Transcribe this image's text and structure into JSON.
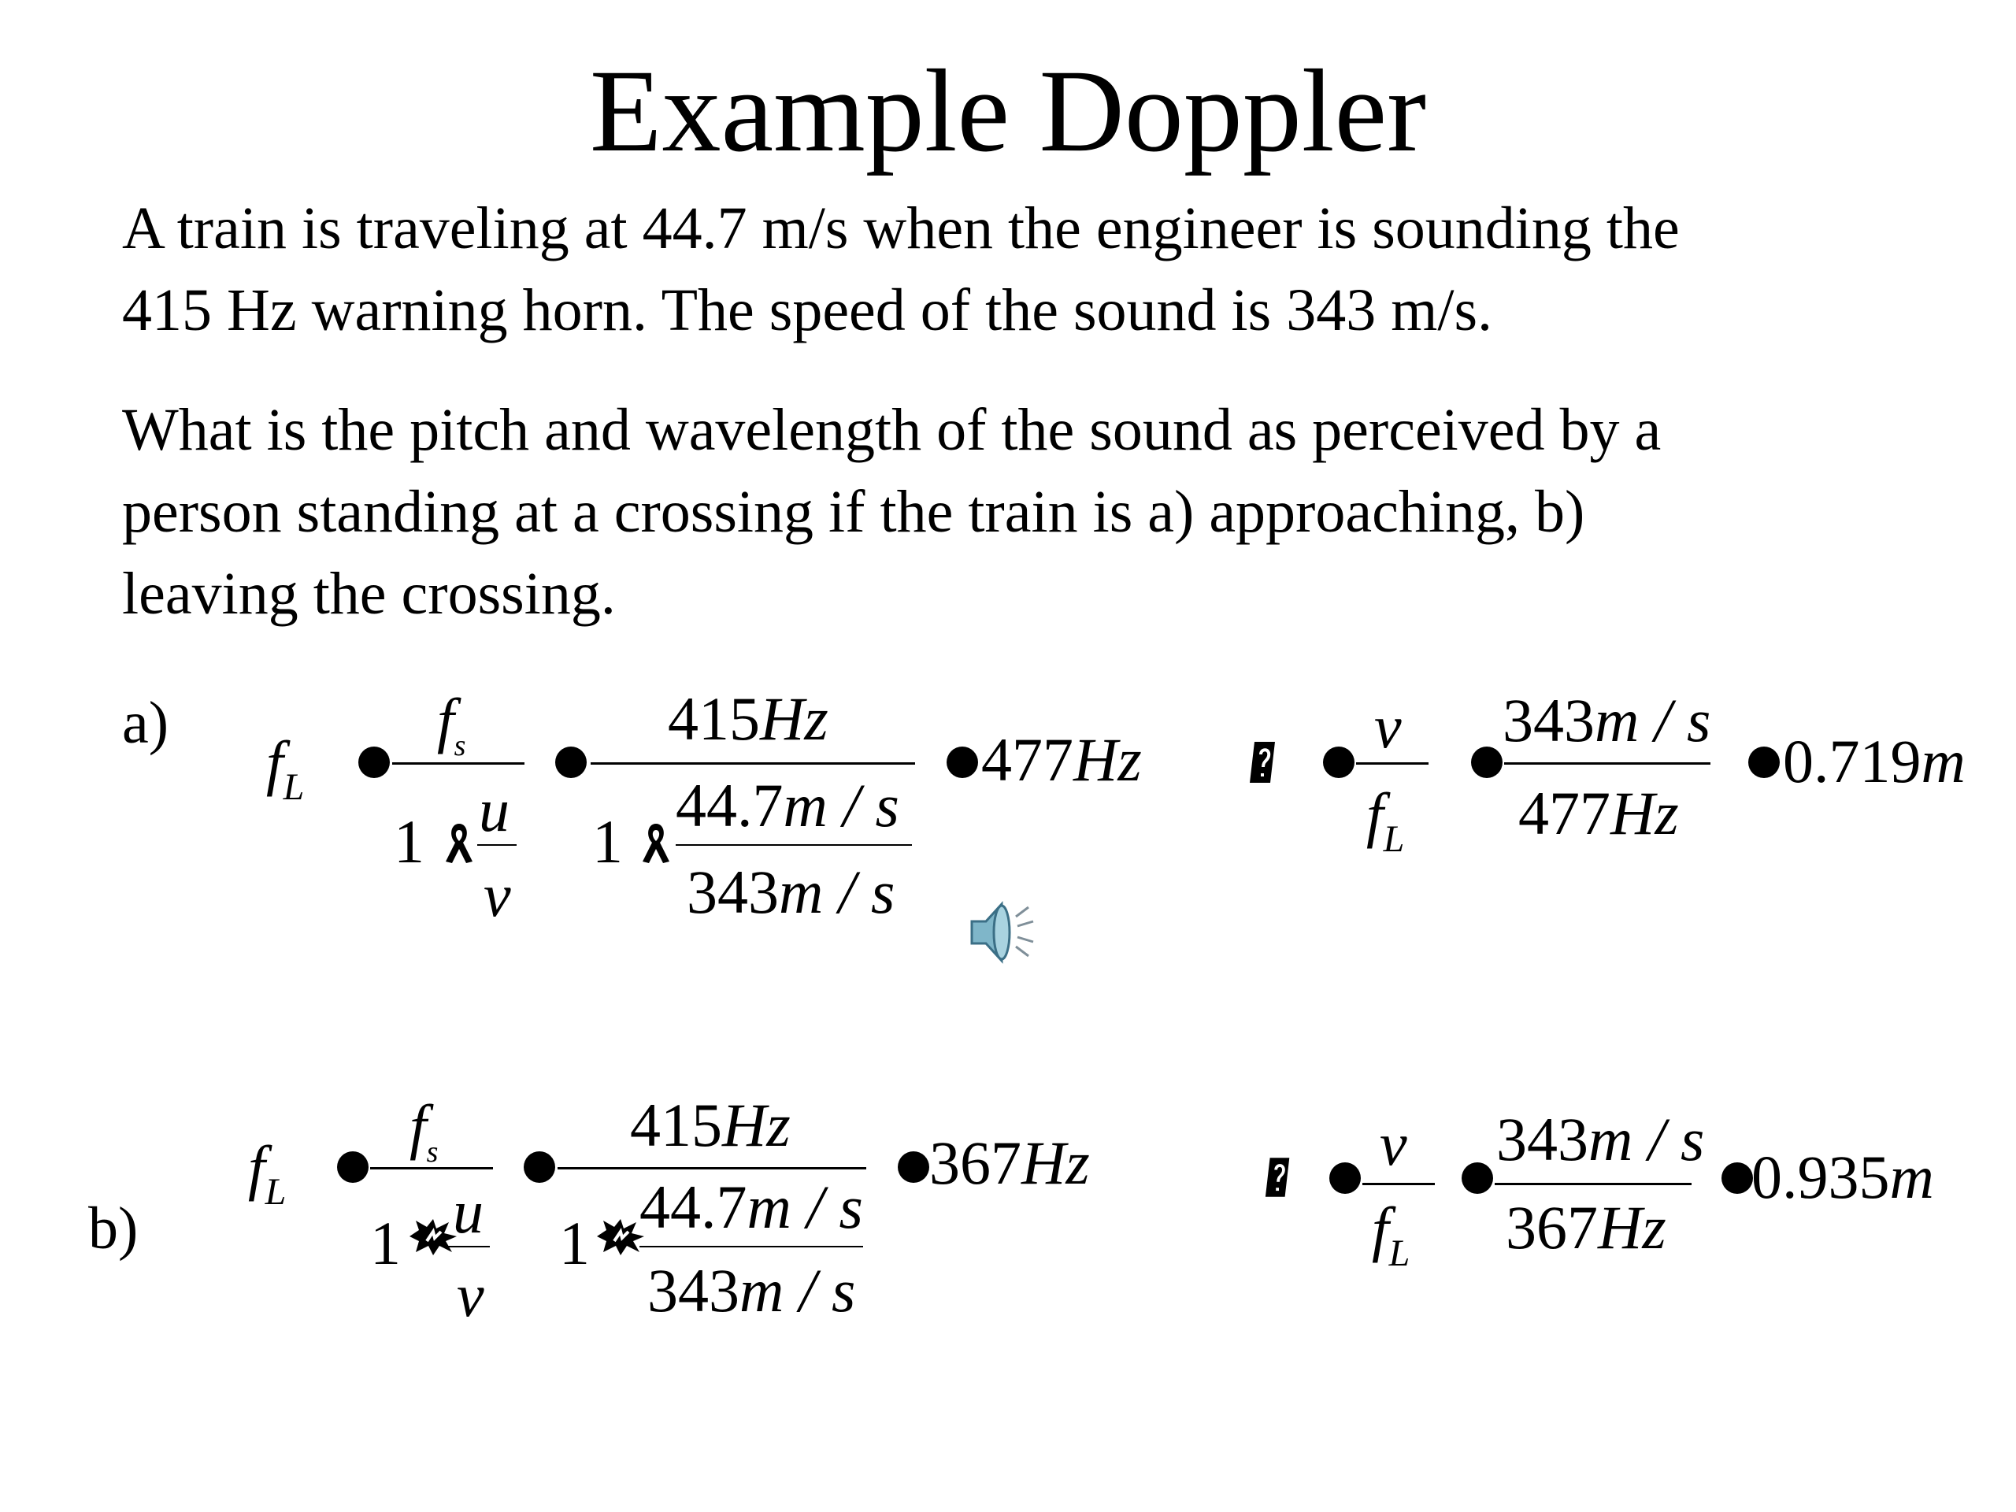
{
  "title": "Example Doppler",
  "problem": {
    "line1": "A train is traveling at 44.7 m/s when the engineer is sounding the",
    "line2": "415 Hz warning horn. The speed of the sound is 343 m/s.",
    "question_line1": "What is the pitch and wavelength of the sound as perceived by a",
    "question_line2": "person standing at a crossing if the train is a) approaching, b)",
    "question_line3": "leaving the crossing."
  },
  "symbols": {
    "f": "f",
    "L": "L",
    "s": "s",
    "u": "u",
    "v": "v",
    "one": "1"
  },
  "part_a": {
    "label": "a)",
    "fs_num": "415",
    "fs_unit": "Hz",
    "speed_train_num": "44.7",
    "speed_train_unit": "m / s",
    "speed_sound_num": "343",
    "speed_sound_unit": "m / s",
    "freq_result_num": "477",
    "freq_result_unit": "Hz",
    "wave_num_top": "343",
    "wave_num_top_unit": "m / s",
    "wave_den": "477",
    "wave_den_unit": "Hz",
    "wave_result_num": "0.719",
    "wave_result_unit": "m"
  },
  "part_b": {
    "label": "b)",
    "fs_num": "415",
    "fs_unit": "Hz",
    "speed_train_num": "44.7",
    "speed_train_unit": "m / s",
    "speed_sound_num": "343",
    "speed_sound_unit": "m / s",
    "freq_result_num": "367",
    "freq_result_unit": "Hz",
    "wave_num_top": "343",
    "wave_num_top_unit": "m / s",
    "wave_den": "367",
    "wave_den_unit": "Hz",
    "wave_result_num": "0.935",
    "wave_result_unit": "m"
  },
  "icons": {
    "equals_marker": "filled-circle-bullet",
    "minus_marker": "ribbon-glyph",
    "plus_marker": "starburst-glyph",
    "lambda_marker": "unrendered-lambda-glyph",
    "audio": "speaker-icon"
  },
  "colors": {
    "background": "#ffffff",
    "text": "#000000",
    "speaker_fill": "#7fb6c9",
    "speaker_stroke": "#3b6f86"
  }
}
